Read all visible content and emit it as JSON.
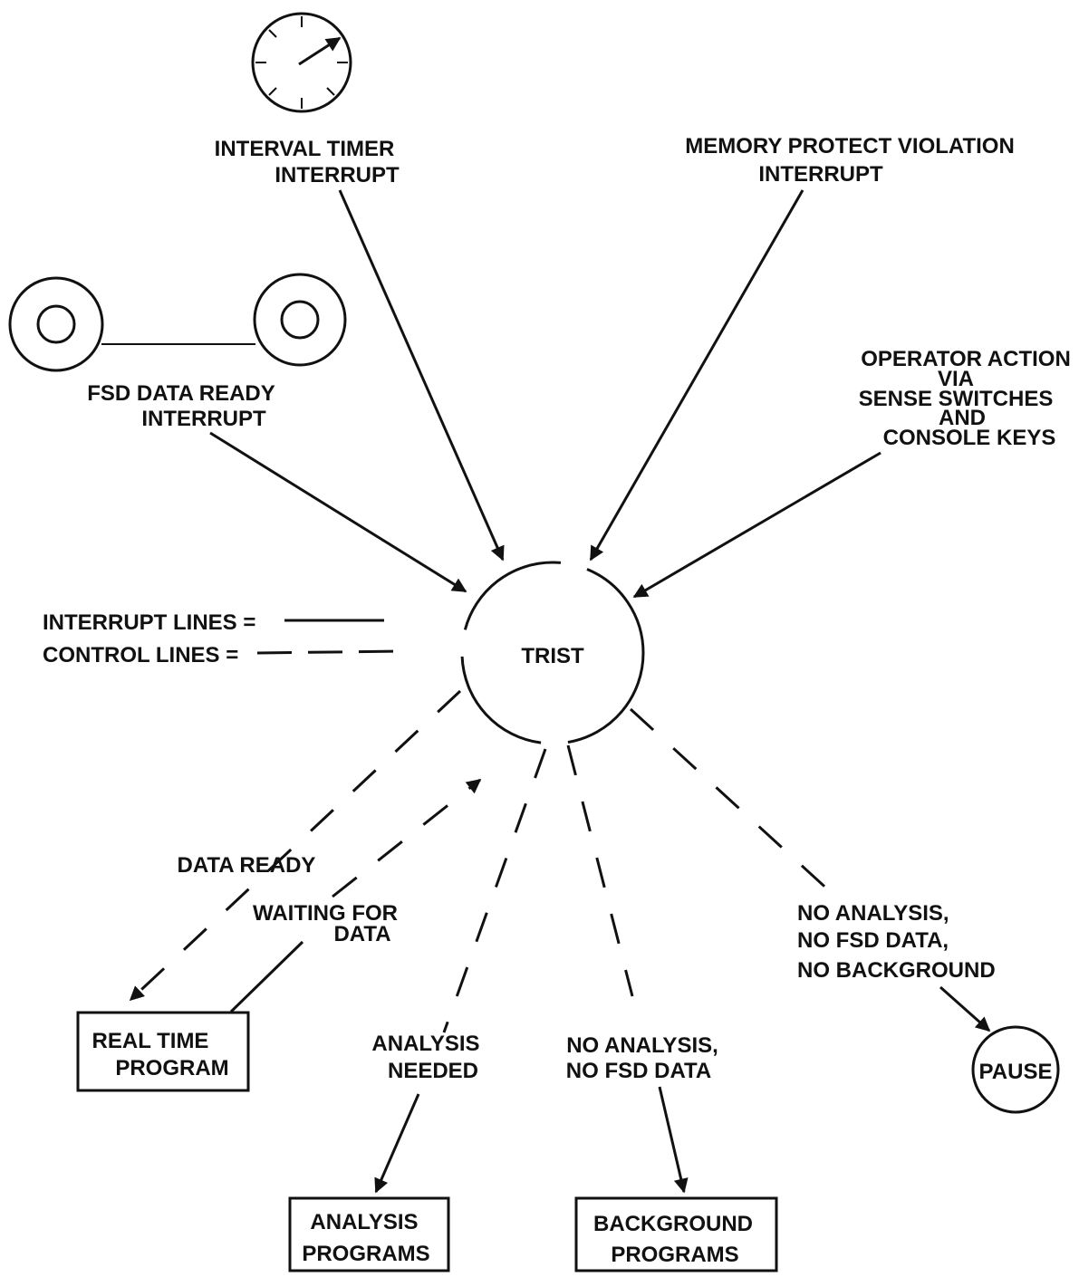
{
  "center": {
    "label": "TRIST"
  },
  "sources": {
    "interval_timer": {
      "line1": "INTERVAL TIMER",
      "line2": "INTERRUPT"
    },
    "memory_protect": {
      "line1": "MEMORY PROTECT VIOLATION",
      "line2": "INTERRUPT"
    },
    "fsd_data_ready": {
      "line1": "FSD DATA READY",
      "line2": "INTERRUPT"
    },
    "operator_action": {
      "line1": "OPERATOR ACTION",
      "line2": "VIA",
      "line3": "SENSE SWITCHES",
      "line4": "AND",
      "line5": "CONSOLE KEYS"
    }
  },
  "legend": {
    "interrupt_lines": "INTERRUPT LINES =",
    "control_lines": "CONTROL LINES ="
  },
  "branches": {
    "data_ready": "DATA READY",
    "waiting_for_data": {
      "line1": "WAITING FOR",
      "line2": "DATA"
    },
    "analysis_needed": {
      "line1": "ANALYSIS",
      "line2": "NEEDED"
    },
    "no_analysis_no_fsd": {
      "line1": "NO ANALYSIS,",
      "line2": "NO FSD DATA"
    },
    "no_analysis_no_fsd_no_bg": {
      "line1": "NO ANALYSIS,",
      "line2": "NO FSD DATA,",
      "line3": "NO BACKGROUND"
    }
  },
  "targets": {
    "real_time_program": {
      "line1": "REAL TIME",
      "line2": "PROGRAM"
    },
    "analysis_programs": {
      "line1": "ANALYSIS",
      "line2": "PROGRAMS"
    },
    "background_programs": {
      "line1": "BACKGROUND",
      "line2": "PROGRAMS"
    },
    "pause": "PAUSE"
  }
}
